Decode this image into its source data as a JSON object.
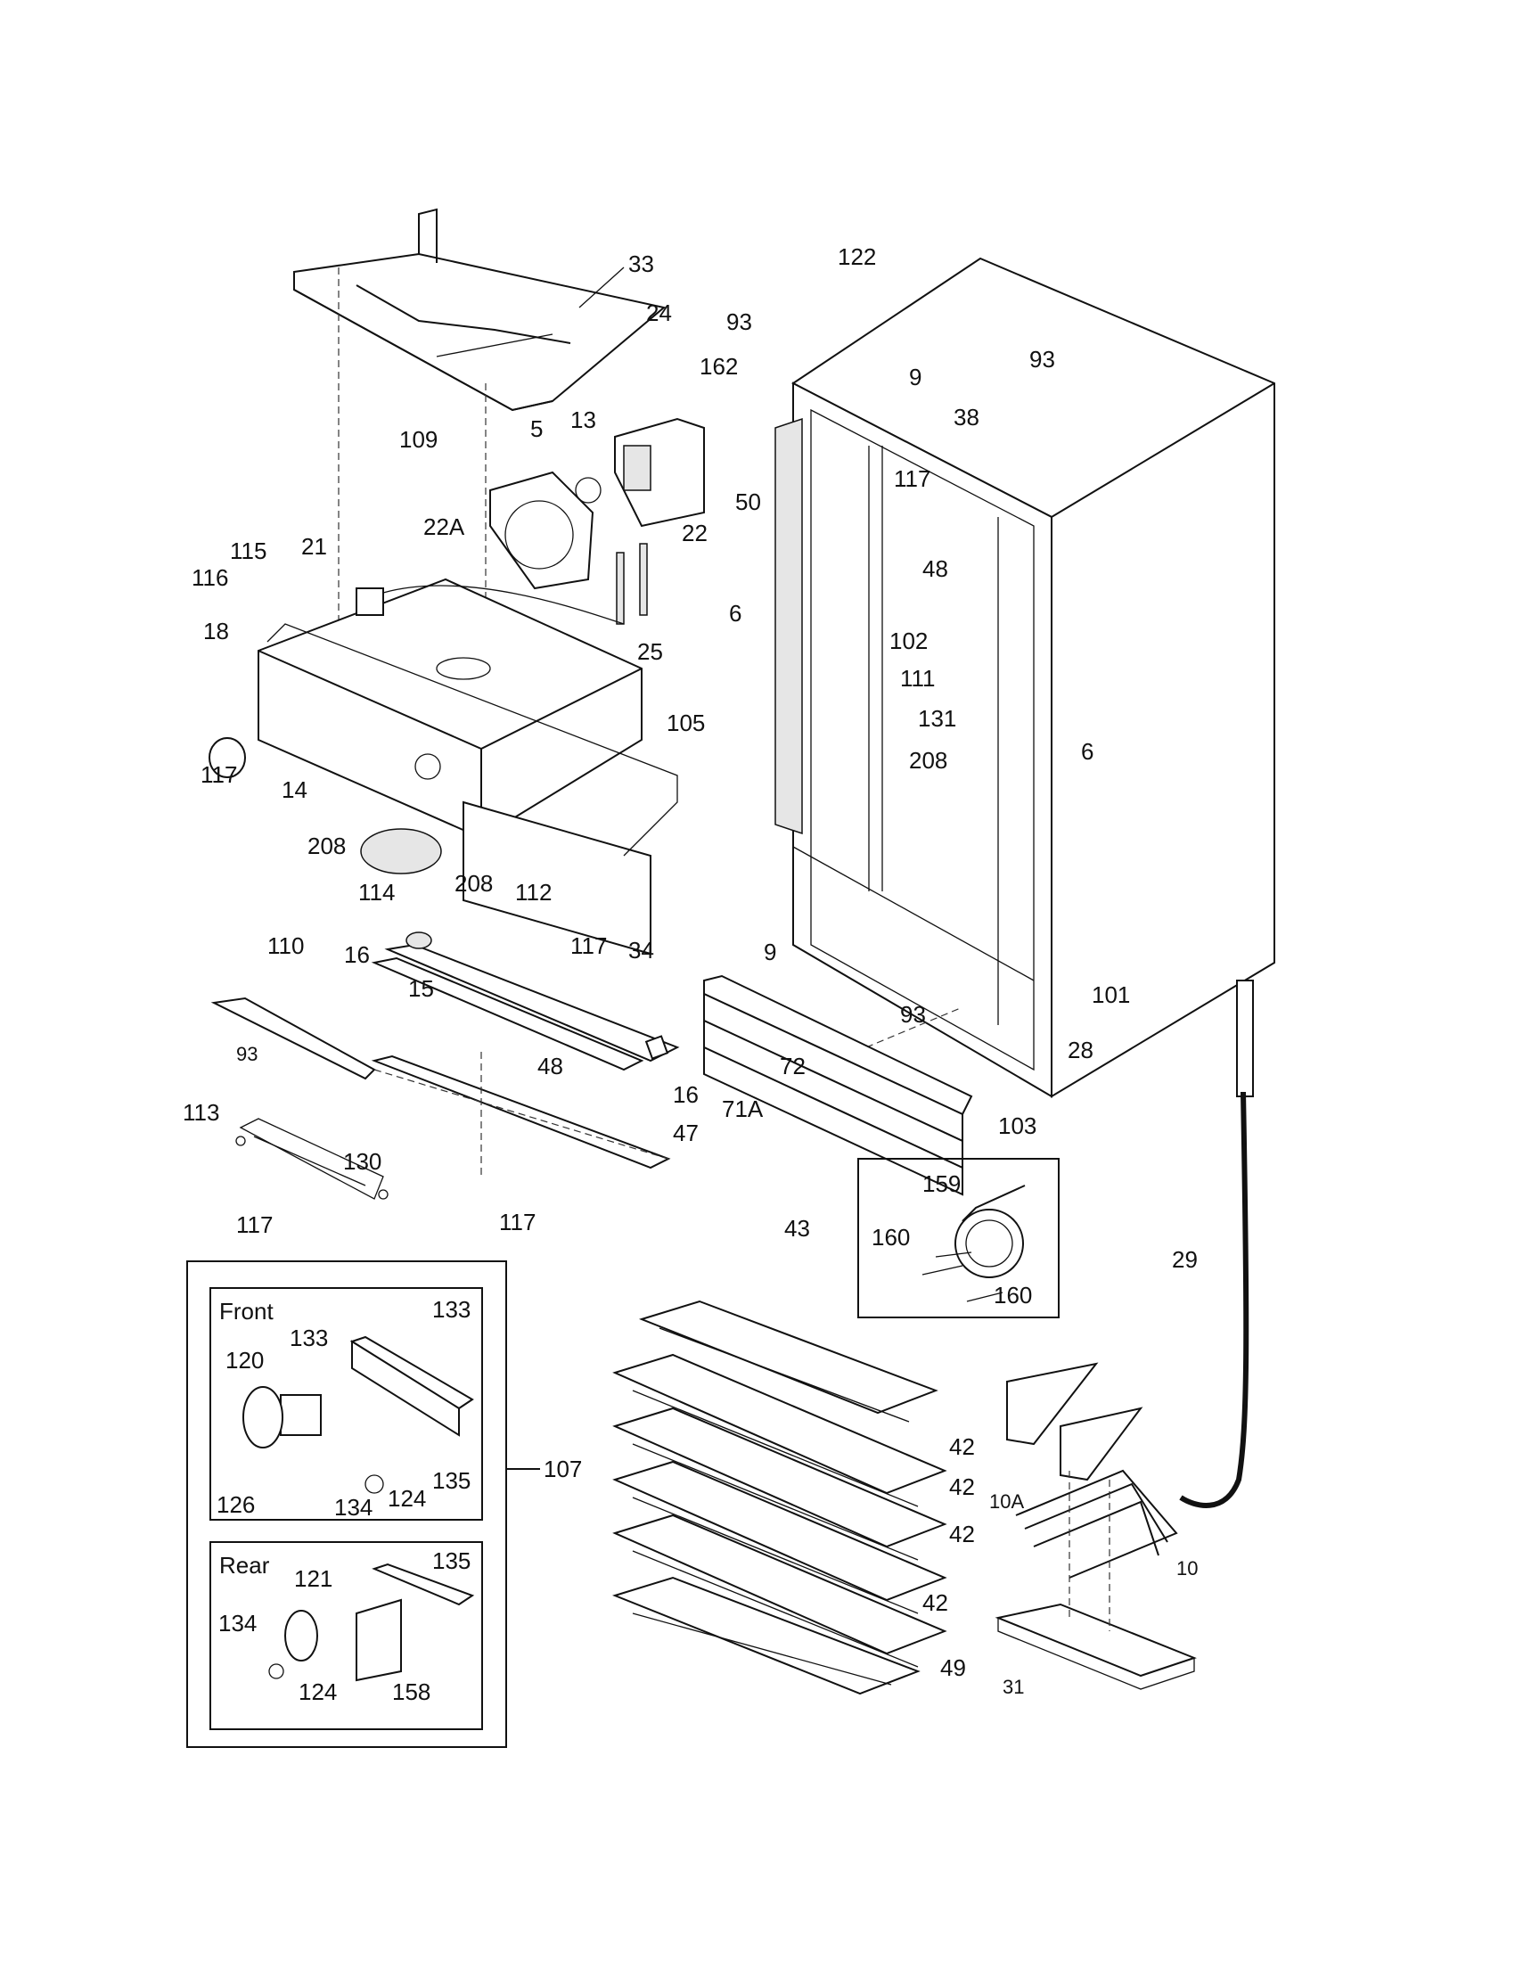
{
  "labels": {
    "l33": "33",
    "l122": "122",
    "l24": "24",
    "l93a": "93",
    "l93b": "93",
    "l162": "162",
    "l13": "13",
    "l5": "5",
    "l109": "109",
    "l50": "50",
    "l38": "38",
    "l9a": "9",
    "l22A": "22A",
    "l22": "22",
    "l21": "21",
    "l115": "115",
    "l116": "116",
    "l18": "18",
    "l25": "25",
    "l105": "105",
    "l117a": "117",
    "l14": "14",
    "l208a": "208",
    "l114": "114",
    "l208b": "208",
    "l112": "112",
    "l117b": "117",
    "l117c": "117",
    "l48a": "48",
    "l102": "102",
    "l6a": "6",
    "l111": "111",
    "l131": "131",
    "l208c": "208",
    "l6b": "6",
    "l9b": "9",
    "l110": "110",
    "l16a": "16",
    "l15": "15",
    "l34": "34",
    "l93c": "93",
    "l48b": "48",
    "l16b": "16",
    "l72": "72",
    "l71A": "71A",
    "l93d": "93",
    "l101": "101",
    "l28": "28",
    "l103": "103",
    "l113": "113",
    "l47": "47",
    "l130": "130",
    "l117d": "117",
    "l117e": "117",
    "l159": "159",
    "l160a": "160",
    "l160b": "160",
    "l43": "43",
    "l29": "29",
    "l42a": "42",
    "l42b": "42",
    "l42c": "42",
    "l42d": "42",
    "l49": "49",
    "l10A": "10A",
    "l10": "10",
    "l31": "31",
    "l107": "107",
    "l133a": "133",
    "l133b": "133",
    "l120": "120",
    "l126": "126",
    "l134a": "134",
    "l124a": "124",
    "l135a": "135",
    "l135b": "135",
    "l121": "121",
    "l134b": "134",
    "l124b": "124",
    "l158": "158"
  },
  "inset_titles": {
    "front": "Front",
    "rear": "Rear"
  }
}
